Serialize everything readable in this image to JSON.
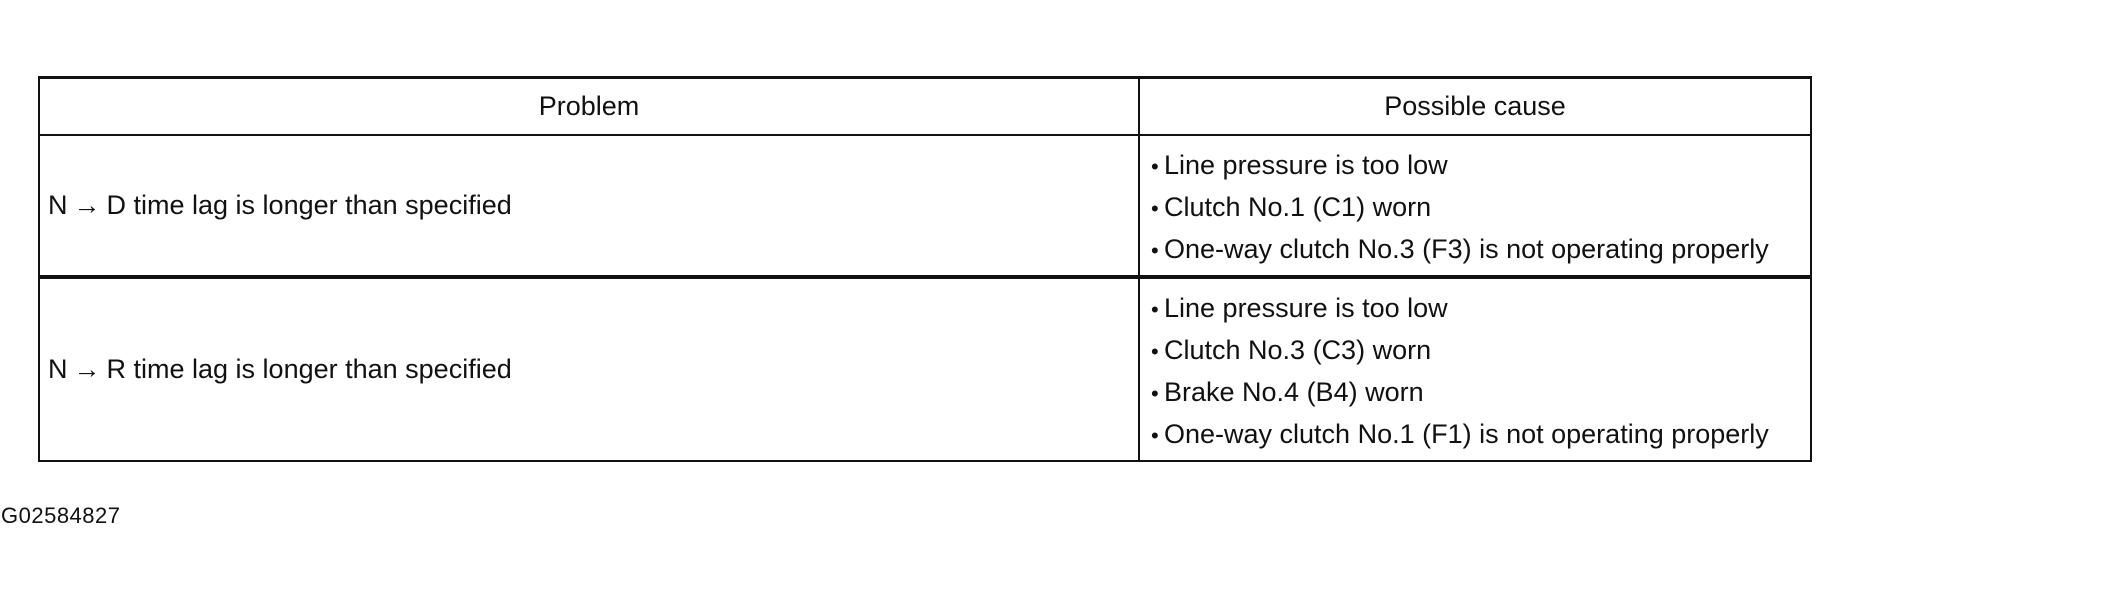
{
  "table": {
    "headers": {
      "problem": "Problem",
      "possible_cause": "Possible cause"
    },
    "rows": [
      {
        "problem": {
          "from": "N",
          "arrow": "→",
          "to": "D",
          "text": "time lag is longer than specified"
        },
        "causes": [
          "Line pressure is too low",
          "Clutch No.1 (C1) worn",
          "One-way clutch No.3 (F3) is not operating properly"
        ]
      },
      {
        "problem": {
          "from": "N",
          "arrow": "→",
          "to": "R",
          "text": "time lag is longer than specified"
        },
        "causes": [
          "Line pressure is too low",
          "Clutch No.3 (C3) worn",
          "Brake No.4 (B4) worn",
          "One-way clutch No.1 (F1) is not operating properly"
        ]
      }
    ],
    "bullet_symbol": "•"
  },
  "caption": "G02584827"
}
